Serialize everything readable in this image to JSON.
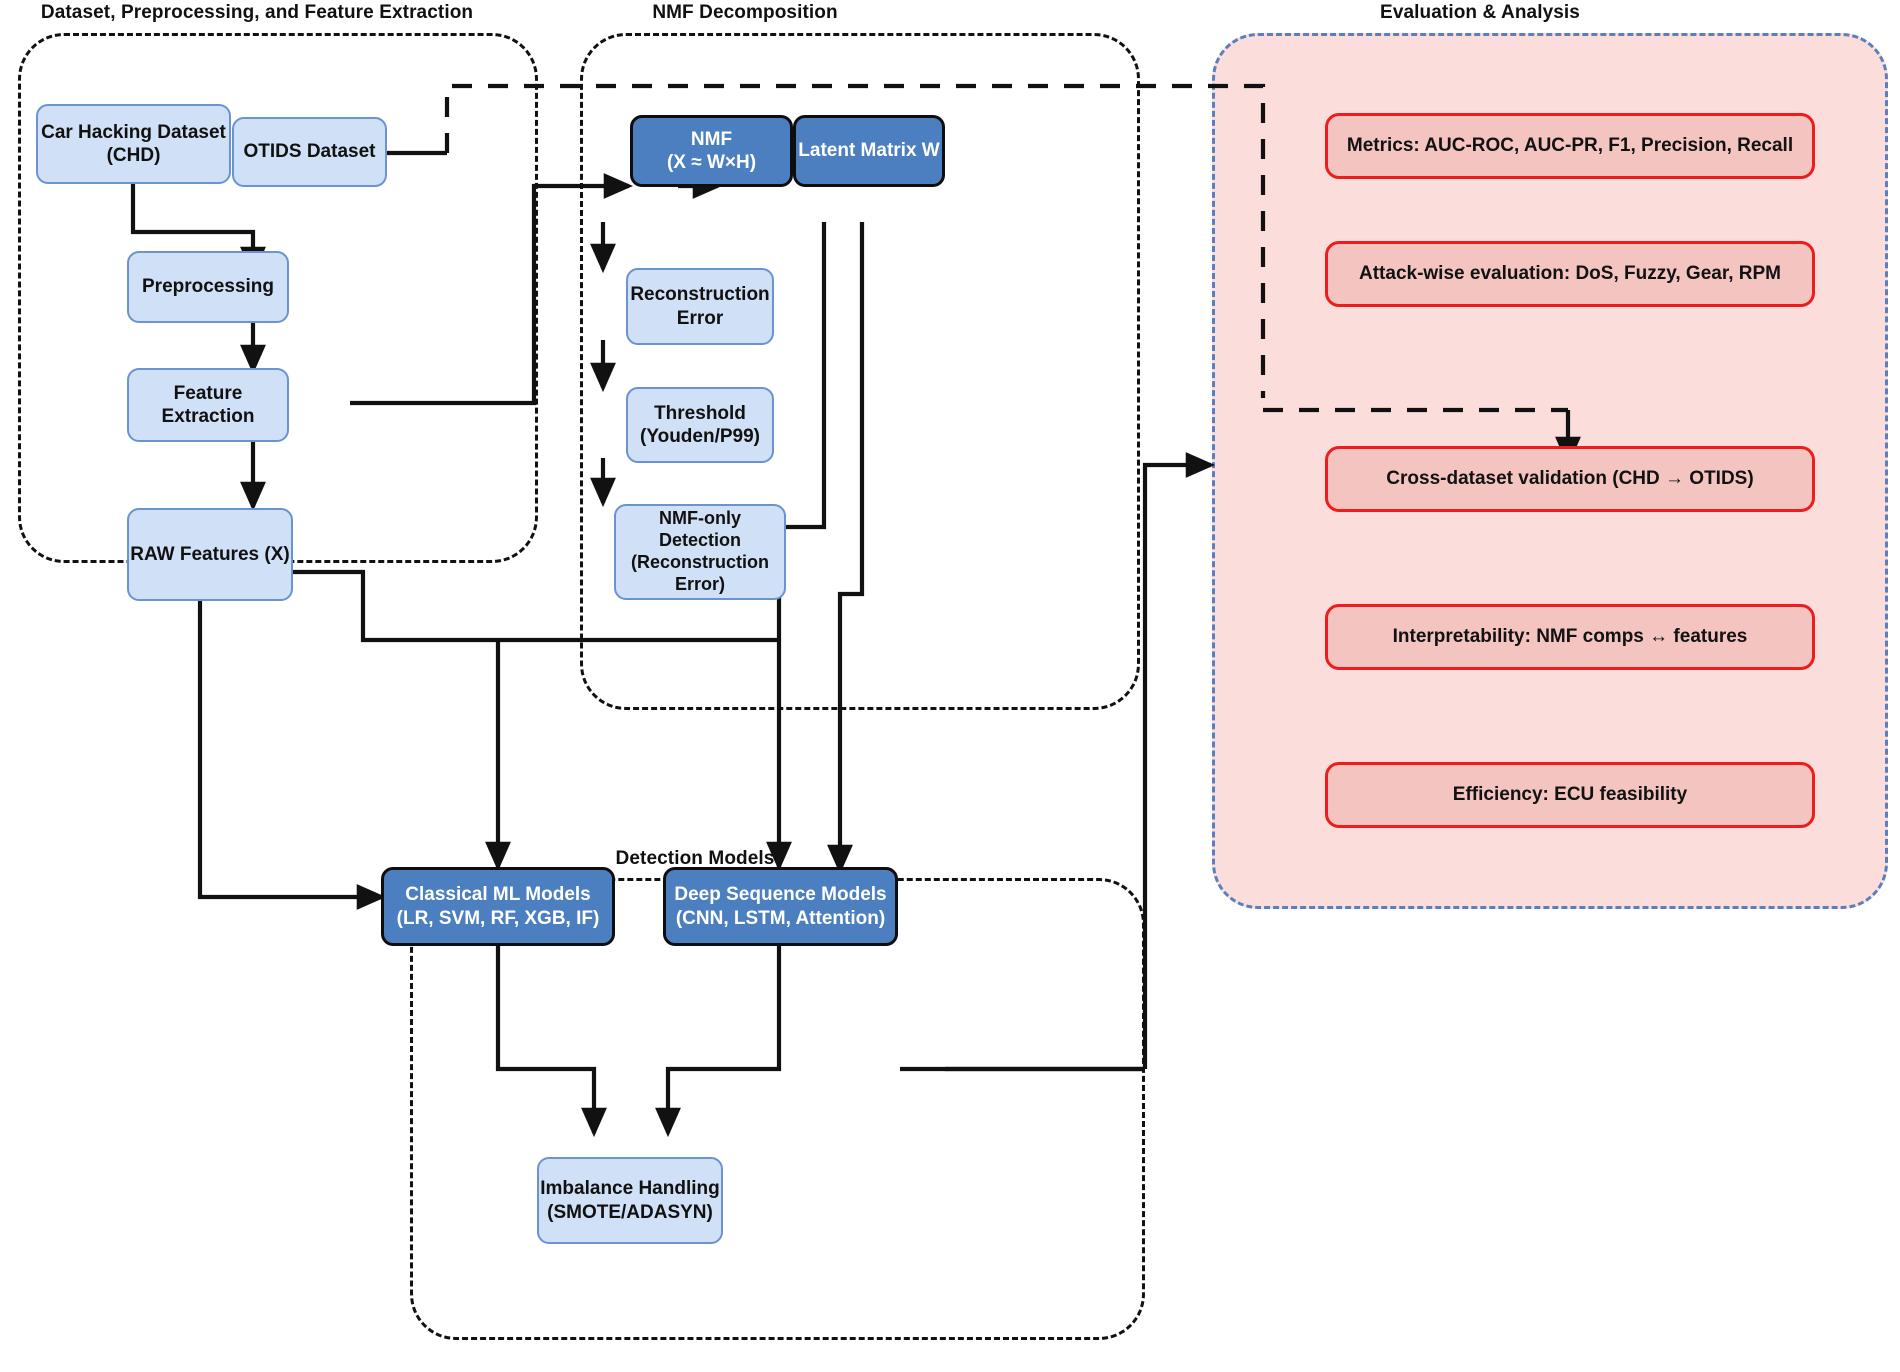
{
  "diagram": {
    "title": "NMF-based CAN intrusion detection pipeline",
    "panels": [
      {
        "id": "dataset",
        "title": "Dataset, Preprocessing, and Feature Extraction"
      },
      {
        "id": "nmf",
        "title": "NMF Decomposition"
      },
      {
        "id": "evaluation",
        "title": "Evaluation & Analysis"
      },
      {
        "id": "detection",
        "title": "Detection Models"
      }
    ],
    "colors": {
      "light_fill": "#cfe0f7",
      "light_stroke": "#6a93d0",
      "dark_fill": "#4c7fc0",
      "dark_stroke": "#0e0e0e",
      "eval_panel_fill": "#fbdedb",
      "eval_panel_stroke": "#5b7fbe",
      "eval_box_fill": "#f4c4c0",
      "eval_box_stroke": "#ee1c1c",
      "wire": "#111111"
    }
  },
  "nodes": {
    "chd": {
      "line1": "Car Hacking Dataset",
      "line2": "(CHD)"
    },
    "otids": {
      "line1": "OTIDS Dataset",
      "line2": ""
    },
    "preprocessing": {
      "line1": "Preprocessing",
      "line2": ""
    },
    "feature_extraction": {
      "line1": "Feature Extraction",
      "line2": ""
    },
    "raw_features": {
      "line1": "RAW Features (X)",
      "line2": ""
    },
    "nmf": {
      "line1": "NMF",
      "line2": "(X ≈ W×H)"
    },
    "latent_w": {
      "line1": "Latent Matrix W",
      "line2": ""
    },
    "reconstruction_error": {
      "line1": "Reconstruction",
      "line2": "Error"
    },
    "threshold": {
      "line1": "Threshold",
      "line2": "(Youden/P99)"
    },
    "nmf_only_detection": {
      "line1": "NMF-only Detection",
      "line2": "(Reconstruction",
      "line3": "Error)"
    },
    "classical_ml": {
      "line1": "Classical ML Models",
      "line2": "(LR, SVM, RF, XGB, IF)"
    },
    "deep_sequence": {
      "line1": "Deep Sequence Models",
      "line2": "(CNN, LSTM, Attention)"
    },
    "imbalance": {
      "line1": "Imbalance Handling",
      "line2": "(SMOTE/ADASYN)"
    }
  },
  "evaluation_items": [
    {
      "id": "metrics",
      "label": "Metrics: AUC-ROC, AUC-PR, F1, Precision, Recall"
    },
    {
      "id": "attack-wise",
      "label": "Attack-wise evaluation: DoS, Fuzzy, Gear, RPM"
    },
    {
      "id": "cross-dataset",
      "label": "Cross-dataset validation (CHD → OTIDS)"
    },
    {
      "id": "interpretability",
      "label": "Interpretability: NMF comps ↔ features"
    },
    {
      "id": "efficiency",
      "label": "Efficiency: ECU feasibility"
    }
  ]
}
